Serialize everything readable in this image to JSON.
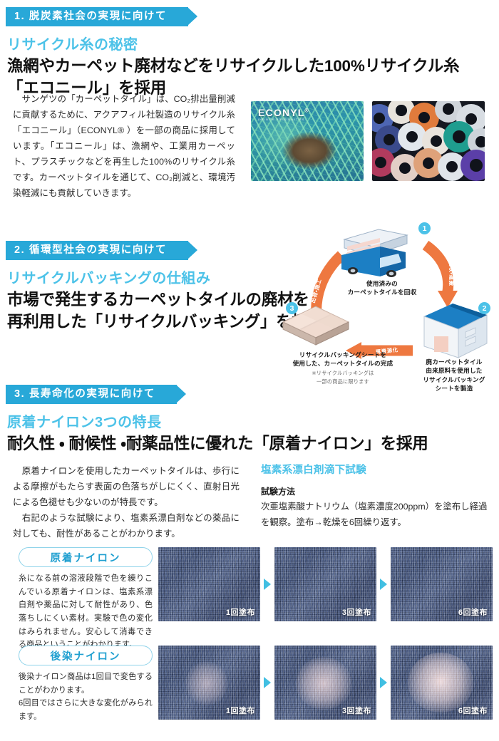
{
  "colors": {
    "ribbon_blue": "#28a8d8",
    "sub_heading_cyan": "#4cc2e8",
    "accent_arrow": "#41bfe2",
    "cycle_arrow_orange": "#ee7840",
    "pill_border": "#8fd3ea"
  },
  "section1": {
    "ribbon": "1. 脱炭素社会の実現に向けて",
    "sub_heading": "リサイクル糸の秘密",
    "headline_line1": "漁網やカーペット廃材などをリサイクルした100%リサイクル糸",
    "headline_line2": "「エコニール」を採用",
    "body": "　サンゲツの「カーペットタイル」は、CO₂排出量削減に貢献するために、アクアフィル社製造のリサイクル糸「エコニール」（ECONYL® ）を一部の商品に採用しています。「エコニール」は、漁網や、工業用カーペット、プラスチックなどを再生した100%のリサイクル糸です。カーペットタイルを通じて、CO₂削減と、環境汚染軽減にも貢献していきます。",
    "photo1_logo": "ECONYL",
    "photo1_logo_sup": "®",
    "photo1_tagline": "INFINITE POSSIBILITIES",
    "photo1_alt": "漁網に絡まったウミガメの写真",
    "photo2_alt": "色とりどりの糸巻きの写真"
  },
  "section2": {
    "ribbon": "2. 循環型社会の実現に向けて",
    "sub_heading": "リサイクルバッキングの仕組み",
    "headline_line1": "市場で発生するカーペットタイルの廃材を",
    "headline_line2": "再利用した「リサイクルバッキング」を採用",
    "cycle": {
      "steps": [
        {
          "number": "1",
          "caption_line1": "使用済みの",
          "caption_line2": "カーペットタイルを回収",
          "icon": "truck-icon"
        },
        {
          "number": "2",
          "caption_line1": "廃カーペットタイル",
          "caption_line2": "由来原料を使用した",
          "caption_line3": "リサイクルバッキング",
          "caption_line4": "シートを製造",
          "icon": "factory-icon"
        },
        {
          "number": "3",
          "caption_line1": "リサイクルバッキングシートを",
          "caption_line2": "使用した、カーペットタイルの完成",
          "note_line1": "※リサイクルバッキングは",
          "note_line2": "一部の商品に限ります",
          "icon": "carpet-tiles-icon"
        }
      ],
      "arrows": [
        {
          "label": "回収・運搬"
        },
        {
          "label": "再資源化"
        },
        {
          "label": "出荷・施工"
        }
      ]
    }
  },
  "section3": {
    "ribbon": "3. 長寿命化の実現に向けて",
    "sub_heading": "原着ナイロン3つの特長",
    "headline": "耐久性 ・ 耐候性 ・耐薬品性に優れた「原着ナイロン」を採用",
    "body_p1": "　原着ナイロンを使用したカーペットタイルは、歩行による摩擦がもたらす表面の色落ちがしにくく、直射日光による色褪せも少ないのが特長です。",
    "body_p2": "　右記のような試験により、塩素系漂白剤などの薬品に対しても、耐性があることがわかります。",
    "test": {
      "title": "塩素系漂白剤滴下試験",
      "method_label": "試験方法",
      "method_body": "次亜塩素酸ナトリウム（塩素濃度200ppm）を塗布し経過を観察。塗布→乾燥を6回繰り返す。"
    },
    "comparison": [
      {
        "pill": "原着ナイロン",
        "desc": "糸になる前の溶液段階で色を練りこんでいる原着ナイロンは、塩素系漂白剤や薬品に対して耐性があり、色落ちしにくい素材。実験で色の変化はみられません。安心して消毒できる商品ということがわかります。",
        "samples": [
          {
            "label": "1回塗布",
            "fade": 0
          },
          {
            "label": "3回塗布",
            "fade": 0
          },
          {
            "label": "6回塗布",
            "fade": 0
          }
        ]
      },
      {
        "pill": "後染ナイロン",
        "desc": "後染ナイロン商品は1回目で変色することがわかります。\n6回目ではさらに大きな変化がみられます。",
        "samples": [
          {
            "label": "1回塗布",
            "fade": 1
          },
          {
            "label": "3回塗布",
            "fade": 2
          },
          {
            "label": "6回塗布",
            "fade": 3
          }
        ]
      }
    ]
  }
}
